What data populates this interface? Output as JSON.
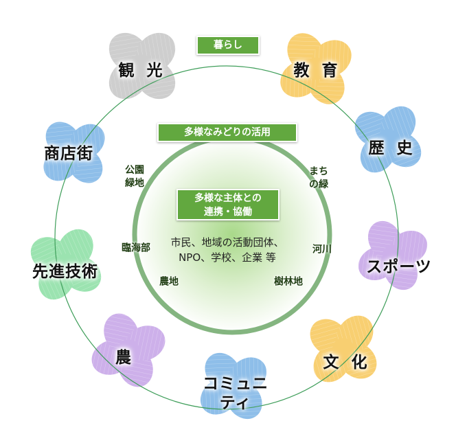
{
  "colors": {
    "banner_green": "#62a83f",
    "ring_line": "#3f9e5a",
    "center_ring": "#6fa86a",
    "petal_gray": "#c8c8c8",
    "petal_orange": "#f8c95e",
    "petal_blue": "#7fb6e6",
    "petal_purple": "#c7a6e8",
    "petal_green": "#8ee0a6"
  },
  "top_banner": "暮らし",
  "middle_banner": "多様なみどりの活用",
  "center_banner": {
    "line1": "多様な主体との",
    "line2": "連携・協働"
  },
  "actors": {
    "line1": "市民、地域の活動団体、",
    "line2": "NPO、学校、企業 等"
  },
  "green_types": {
    "park": {
      "line1": "公園",
      "line2": "緑地"
    },
    "town": {
      "line1": "まち",
      "line2": "の緑"
    },
    "coast": "臨海部",
    "river": "河川",
    "farmland": "農地",
    "forest": "樹林地"
  },
  "petals": [
    {
      "id": "tourism",
      "label": "観 光",
      "color": "gray"
    },
    {
      "id": "education",
      "label": "教 育",
      "color": "orange"
    },
    {
      "id": "history",
      "label": "歴 史",
      "color": "blue"
    },
    {
      "id": "sports",
      "label": "スポーツ",
      "color": "purple"
    },
    {
      "id": "culture",
      "label": "文 化",
      "color": "orange"
    },
    {
      "id": "community",
      "label": "コミュニティ",
      "line1": "コミュニ",
      "line2": "ティ",
      "color": "blue"
    },
    {
      "id": "agriculture",
      "label": "農",
      "color": "purple"
    },
    {
      "id": "advanced-tech",
      "label": "先進技術",
      "color": "green"
    },
    {
      "id": "shopping-street",
      "label": "商店街",
      "color": "blue"
    }
  ]
}
